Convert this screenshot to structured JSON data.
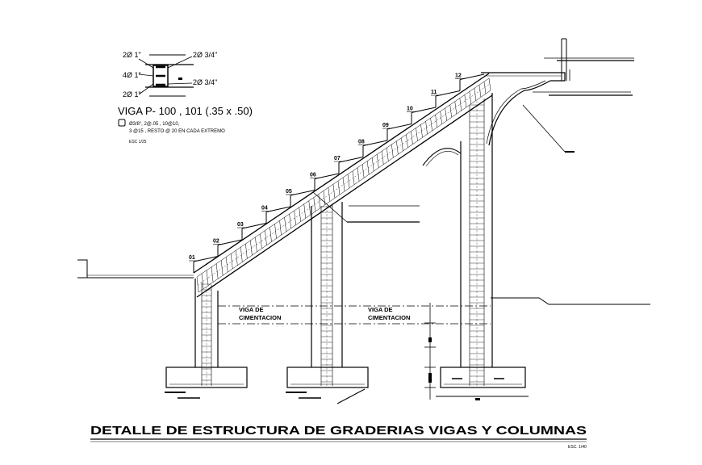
{
  "section": {
    "bars": {
      "top_left": "2Ø 1\"",
      "mid_left": "4Ø 1\"",
      "bottom_left": "2Ø 1\"",
      "top_right": "2Ø 3/4\"",
      "bottom_right": "2Ø 3/4\""
    },
    "title": "VIGA P- 100 , 101 (.35 x .50)",
    "stirrup_line1": "Ø3/8\", 2@.05 , 10@10,",
    "stirrup_line2": "3 @15 , RESTO @ 20  EN  CADA EXTREMO",
    "scale": "ESC 1/25"
  },
  "step_labels": [
    "01",
    "02",
    "03",
    "04",
    "05",
    "06",
    "07",
    "08",
    "09",
    "10",
    "11",
    "12"
  ],
  "foundation_labels": [
    {
      "line1": "VIGA DE",
      "line2": "CIMENTACION"
    },
    {
      "line1": "VIGA DE",
      "line2": "CIMENTACION"
    }
  ],
  "main_title": "DETALLE  DE   ESTRUCTURA  DE  GRADERIAS  VIGAS  Y  COLUMNAS",
  "main_scale": "ESC. 1/40"
}
